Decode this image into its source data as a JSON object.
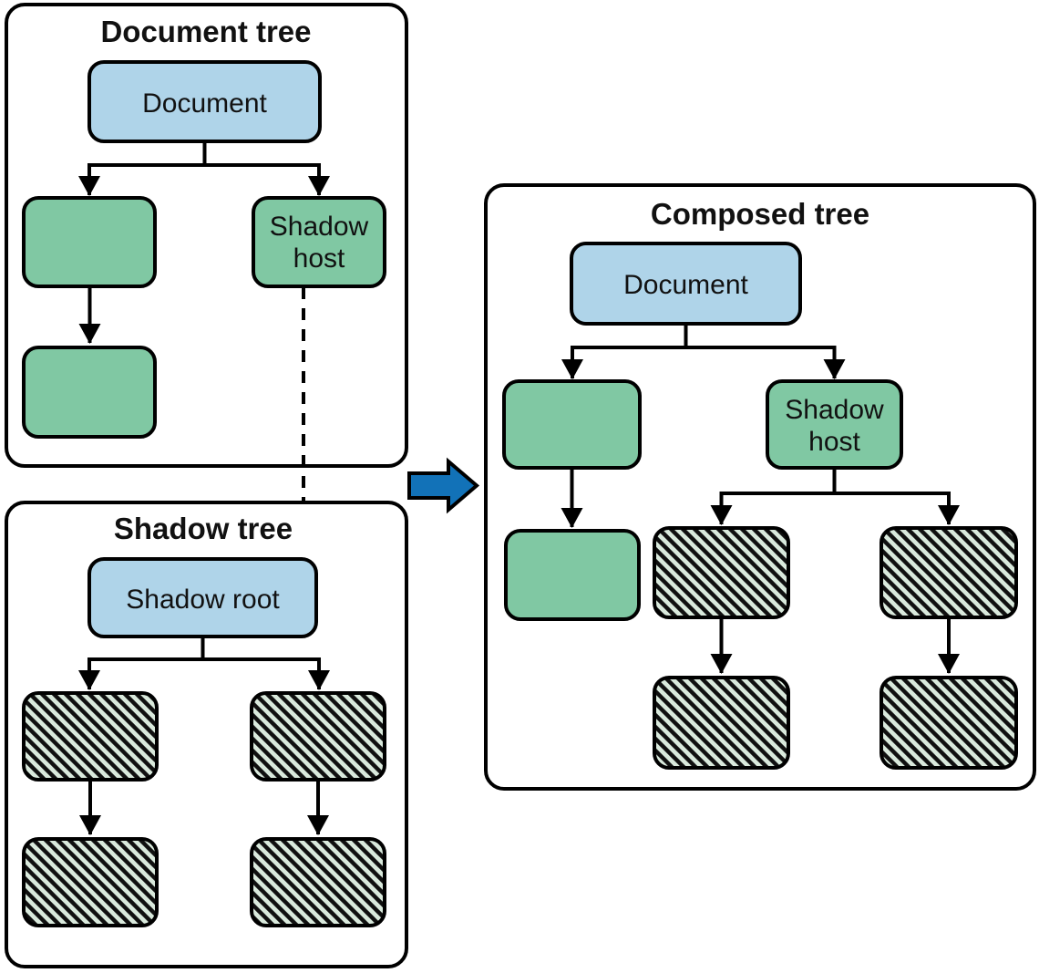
{
  "diagram": {
    "panels": {
      "document_tree": {
        "title": "Document tree",
        "nodes": {
          "document": {
            "label": "Document"
          },
          "shadow_host": {
            "lines": [
              "Shadow",
              "host"
            ]
          }
        }
      },
      "shadow_tree": {
        "title": "Shadow tree",
        "nodes": {
          "shadow_root": {
            "label": "Shadow root"
          }
        }
      },
      "composed_tree": {
        "title": "Composed tree",
        "nodes": {
          "document": {
            "label": "Document"
          },
          "shadow_host": {
            "lines": [
              "Shadow",
              "host"
            ]
          }
        }
      }
    },
    "colors": {
      "node_blue": "#afd4e9",
      "node_green": "#80c8a3",
      "hatch_fill": "#d9e9dc",
      "hatch_stroke": "#101010",
      "arrow_blue": "#1272b8"
    }
  }
}
